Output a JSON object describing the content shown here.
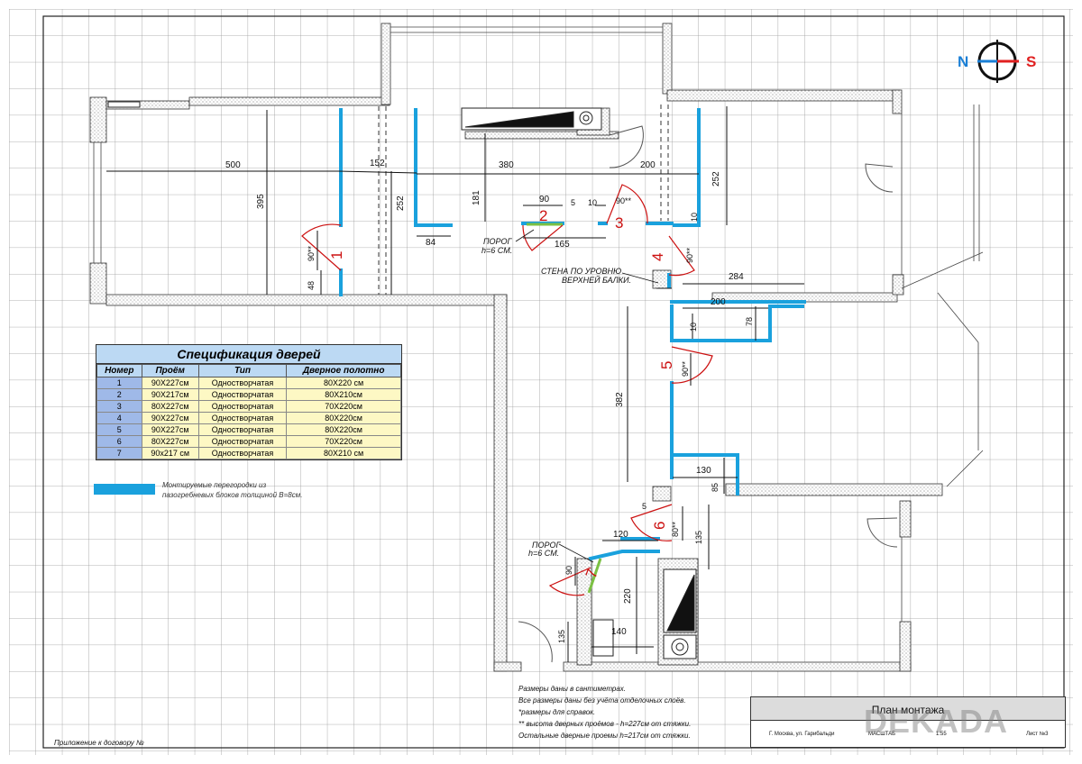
{
  "compass": {
    "n": "N",
    "s": "S"
  },
  "dimensions": {
    "d500": "500",
    "d152": "152",
    "d380": "380",
    "d200": "200",
    "d395": "395",
    "d252a": "252",
    "d181": "181",
    "d252b": "252",
    "d90a": "90",
    "d5a": "5",
    "d10a": "10",
    "d90b": "90**",
    "d10b": "10",
    "d84": "84",
    "d165": "165",
    "d90c": "90**",
    "d48": "48",
    "d90d": "90**",
    "d284": "284",
    "d200b": "200",
    "d78": "78",
    "d10c": "10",
    "d90e": "90**",
    "d382": "382",
    "d130": "130",
    "d85": "85",
    "d5b": "5",
    "d120": "120",
    "d80": "80**",
    "d135a": "135",
    "d90f": "90",
    "d220": "220",
    "d140": "140",
    "d135b": "135"
  },
  "door_numbers": [
    "1",
    "2",
    "3",
    "4",
    "5",
    "6",
    "7"
  ],
  "labels": {
    "threshold_1": "ПОРОГ",
    "threshold_1_h": "h=6 CM.",
    "wall_note_1": "СТЕНА ПО УРОВНЮ",
    "wall_note_2": "ВЕРХНЕЙ БАЛКИ.",
    "threshold_2": "ПОРОГ",
    "threshold_2_h": "h=6 CM."
  },
  "spec": {
    "title": "Спецификация дверей",
    "headers": [
      "Номер",
      "Проём",
      "Тип",
      "Дверное полотно"
    ],
    "rows": [
      [
        "1",
        "90Х227см",
        "Одностворчатая",
        "80Х220 см"
      ],
      [
        "2",
        "90Х217см",
        "Одностворчатая",
        "80Х210см"
      ],
      [
        "3",
        "80Х227см",
        "Одностворчатая",
        "70Х220см"
      ],
      [
        "4",
        "90Х227см",
        "Одностворчатая",
        "80Х220см"
      ],
      [
        "5",
        "90Х227см",
        "Одностворчатая",
        "80Х220см"
      ],
      [
        "6",
        "80Х227см",
        "Одностворчатая",
        "70Х220см"
      ],
      [
        "7",
        "90х217 см",
        "Одностворчатая",
        "80Х210 см"
      ]
    ]
  },
  "legend": {
    "line1": "Монтируемые перегородки из",
    "line2": "пазогребневых блоков толщиной В=8см.",
    "color": "#1aa1dd"
  },
  "notes": [
    "Размеры даны в сантиметрах.",
    "Все размеры даны без учёта отделочных слоёв.",
    "*размеры для справок.",
    "** высота дверных проёмов - h=227см от стяжки.",
    "Остальные дверные проемы h=217см от стяжки."
  ],
  "appendix": "Приложение к договору №",
  "title_block": {
    "title": "План монтажа",
    "address": "Г. Москва, ул. Гарибальди",
    "scale_label": "МАСШТАБ",
    "scale_value": "1:55",
    "sheet": "Лист №3"
  },
  "watermark": "DEKADA",
  "colors": {
    "partition": "#1aa1dd",
    "door": "#cc1111",
    "threshold": "#7bc043"
  }
}
